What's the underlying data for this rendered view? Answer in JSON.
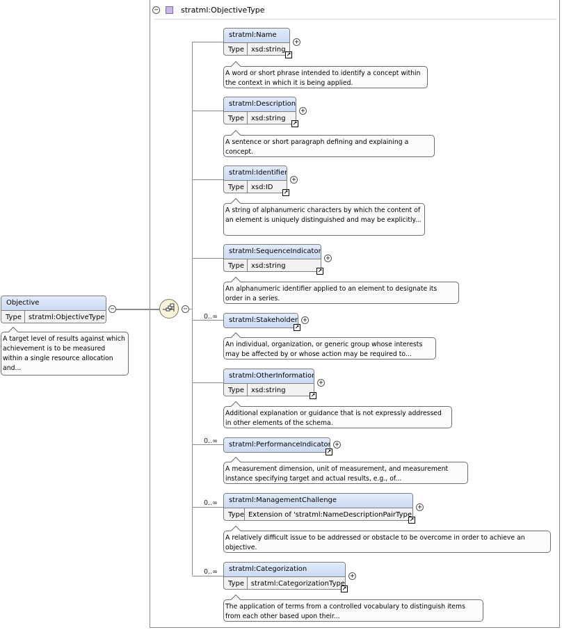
{
  "root": {
    "name": "Objective",
    "type_label": "Type",
    "type_value": "stratml:ObjectiveType",
    "doc": "A target level of results against which achievement is to be measured within a single resource allocation and..."
  },
  "complex_type": {
    "title": "stratml:ObjectiveType",
    "collapse_glyph": "−"
  },
  "colors": {
    "header_bg": "#cbdaf3",
    "type_icon": "#c9b8e6"
  },
  "icons": {
    "expand": "plus-circle-icon",
    "collapse": "minus-circle-icon",
    "reference": "arrow-ref-icon",
    "sequence": "sequence-compositor-icon"
  },
  "elements": [
    {
      "name": "stratml:Name",
      "type_label": "Type",
      "type_value": "xsd:string",
      "cardinality": "",
      "doc": "A word or short phrase intended to identify a concept within the context in which it is being applied."
    },
    {
      "name": "stratml:Description",
      "type_label": "Type",
      "type_value": "xsd:string",
      "cardinality": "",
      "doc": "A sentence or short paragraph defining and explaining a concept."
    },
    {
      "name": "stratml:Identifier",
      "type_label": "Type",
      "type_value": "xsd:ID",
      "cardinality": "",
      "doc": "A string of alphanumeric characters by which the content of an element is uniquely distinguished and may be explicitly..."
    },
    {
      "name": "stratml:SequenceIndicator",
      "type_label": "Type",
      "type_value": "xsd:string",
      "cardinality": "",
      "doc": "An alphanumeric identifier applied to an element to designate its order in a series."
    },
    {
      "name": "stratml:Stakeholder",
      "type_label": "",
      "type_value": "",
      "cardinality": "0..∞",
      "doc": "An individual, organization, or generic group whose interests may be affected by or whose action may be required to..."
    },
    {
      "name": "stratml:OtherInformation",
      "type_label": "Type",
      "type_value": "xsd:string",
      "cardinality": "",
      "doc": "Additional explanation or guidance that is not expressly addressed in other elements of the schema."
    },
    {
      "name": "stratml:PerformanceIndicator",
      "type_label": "",
      "type_value": "",
      "cardinality": "0..∞",
      "doc": "A measurement dimension, unit of measurement, and measurement instance specifying target and actual results, e.g., of..."
    },
    {
      "name": "stratml:ManagementChallenge",
      "type_label": "Type",
      "type_value": "Extension of 'stratml:NameDescriptionPairType'",
      "cardinality": "0..∞",
      "doc": "A relatively difficult issue to be addressed or obstacle to be overcome in order to achieve an objective."
    },
    {
      "name": "stratml:Categorization",
      "type_label": "Type",
      "type_value": "stratml:CategorizationType",
      "cardinality": "0..∞",
      "doc": "The application of terms from a controlled vocabulary to distinguish items from each other based upon their..."
    }
  ]
}
